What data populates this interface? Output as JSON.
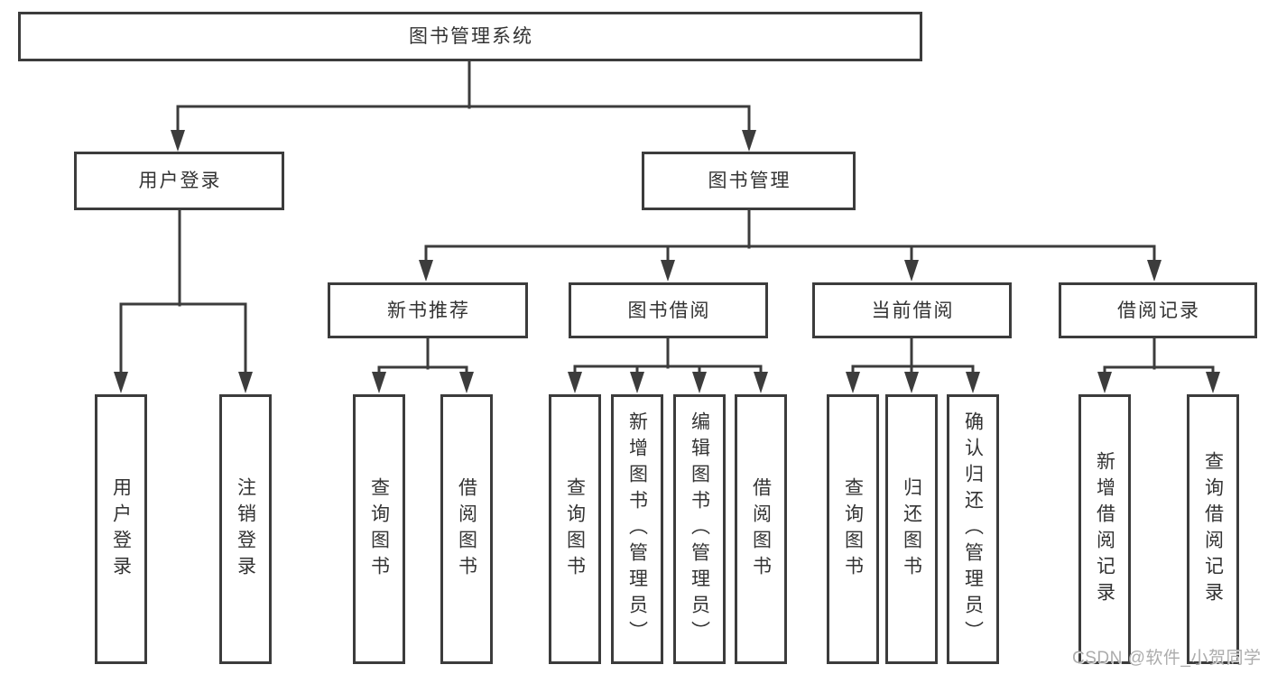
{
  "nodes": {
    "root": {
      "label": "图书管理系统"
    },
    "user_login": {
      "label": "用户登录"
    },
    "book_management": {
      "label": "图书管理"
    },
    "new_book_recommend": {
      "label": "新书推荐"
    },
    "book_borrow": {
      "label": "图书借阅"
    },
    "current_borrow": {
      "label": "当前借阅"
    },
    "borrow_records": {
      "label": "借阅记录"
    },
    "leaves": [
      {
        "label": "用户登录"
      },
      {
        "label": "注销登录"
      },
      {
        "label": "查询图书"
      },
      {
        "label": "借阅图书"
      },
      {
        "label": "查询图书"
      },
      {
        "label": "新增图书（管理员）"
      },
      {
        "label": "编辑图书（管理员）"
      },
      {
        "label": "借阅图书"
      },
      {
        "label": "查询图书"
      },
      {
        "label": "归还图书"
      },
      {
        "label": "确认归还（管理员）"
      },
      {
        "label": "新增借阅记录"
      },
      {
        "label": "查询借阅记录"
      }
    ]
  },
  "watermark": "CSDN @软件_小贺同学",
  "colors": {
    "line": "#3c3c3c",
    "border": "#3c3c3c",
    "text": "#333333",
    "watermark": "#acacac",
    "background": "#ffffff"
  }
}
